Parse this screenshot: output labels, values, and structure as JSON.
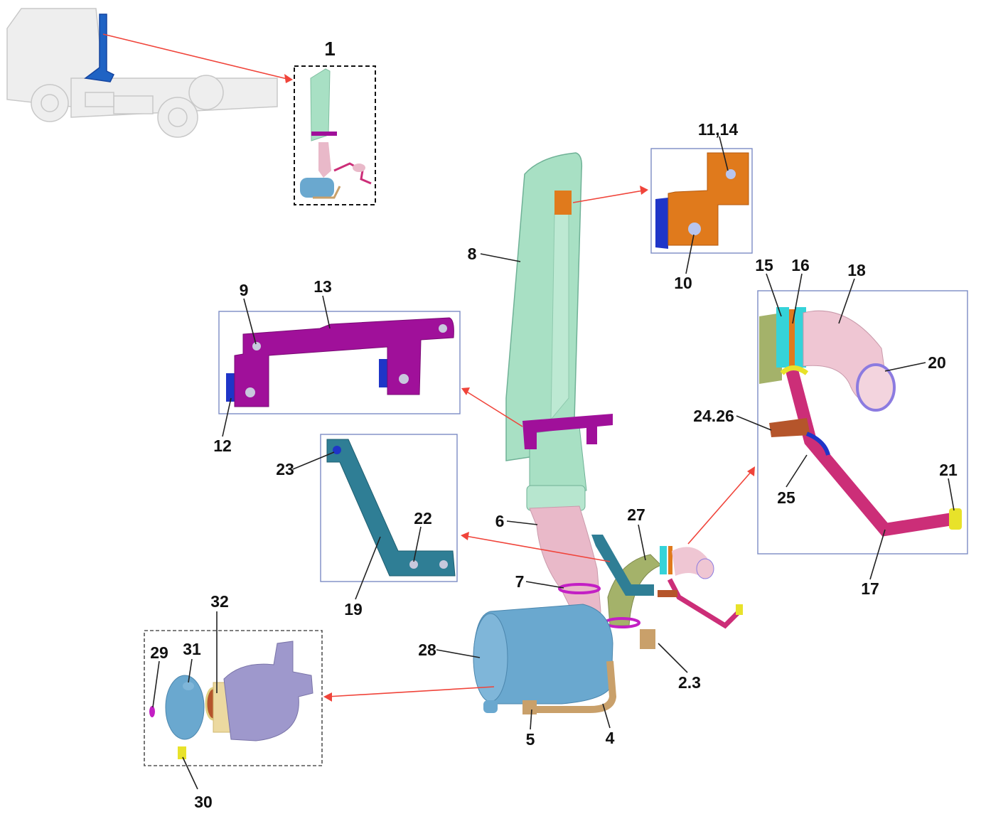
{
  "labels": {
    "l1": "1",
    "l11_14": "11,14",
    "l8": "8",
    "l10": "10",
    "l15": "15",
    "l16": "16",
    "l18": "18",
    "l20": "20",
    "l24_26": "24.26",
    "l25": "25",
    "l21": "21",
    "l17": "17",
    "l9": "9",
    "l13": "13",
    "l12": "12",
    "l23": "23",
    "l22": "22",
    "l19": "19",
    "l6": "6",
    "l27": "27",
    "l7": "7",
    "l28": "28",
    "l2_3": "2.3",
    "l5": "5",
    "l4": "4",
    "l32": "32",
    "l29": "29",
    "l31": "31",
    "l30": "30"
  },
  "colors": {
    "snorkel": "#a8e0c4",
    "bracket_magenta": "#a0109a",
    "bracket_orange": "#e07a1c",
    "bracket_teal": "#2f7e95",
    "hose_pink": "#e9b9c9",
    "pipe_magenta": "#cc2e78",
    "air_cleaner": "#6aa8cf",
    "callout_arrow": "#f0443a",
    "callout_box": "#7c8cc4"
  }
}
